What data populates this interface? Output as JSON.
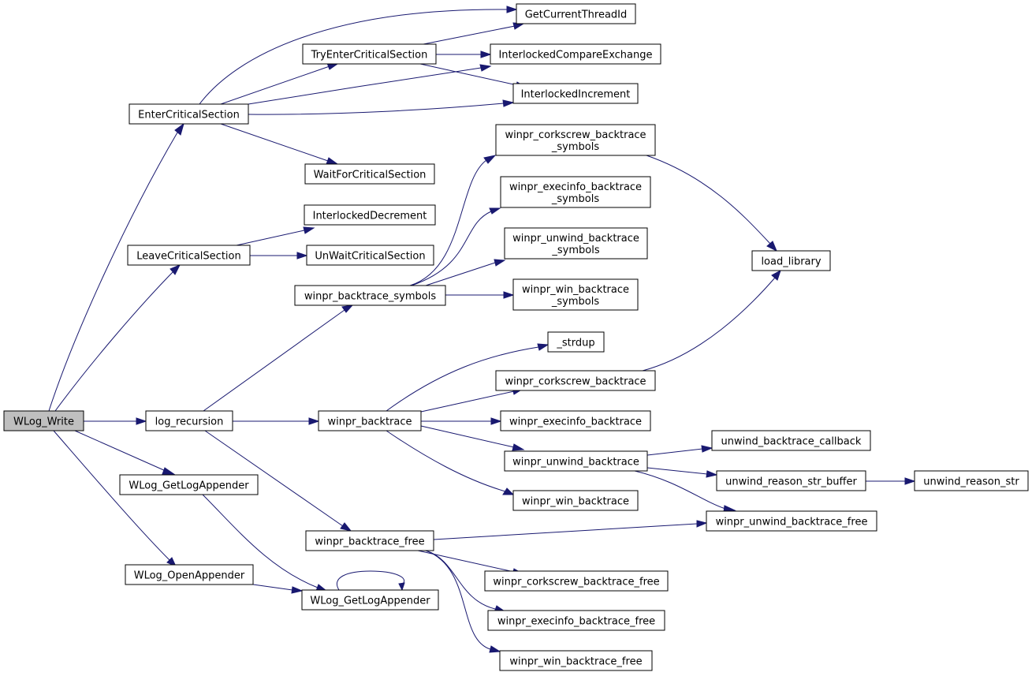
{
  "graph": {
    "colors": {
      "edge": "#191970",
      "root_fill": "#bfbfbf",
      "node_fill": "#ffffff",
      "node_stroke": "#000000"
    },
    "nodes": [
      {
        "id": "wlog_write",
        "label": [
          "WLog_Write"
        ],
        "root": true
      },
      {
        "id": "enter_cs",
        "label": [
          "EnterCriticalSection"
        ]
      },
      {
        "id": "leave_cs",
        "label": [
          "LeaveCriticalSection"
        ]
      },
      {
        "id": "log_recursion",
        "label": [
          "log_recursion"
        ]
      },
      {
        "id": "wlog_getlogappender_pub",
        "label": [
          "WLog_GetLogAppender"
        ]
      },
      {
        "id": "wlog_openappender",
        "label": [
          "WLog_OpenAppender"
        ]
      },
      {
        "id": "try_enter_cs",
        "label": [
          "TryEnterCriticalSection"
        ]
      },
      {
        "id": "wait_for_cs",
        "label": [
          "WaitForCriticalSection"
        ]
      },
      {
        "id": "interlocked_decrement",
        "label": [
          "InterlockedDecrement"
        ]
      },
      {
        "id": "unwait_cs",
        "label": [
          "UnWaitCriticalSection"
        ]
      },
      {
        "id": "winpr_backtrace_symbols",
        "label": [
          "winpr_backtrace_symbols"
        ]
      },
      {
        "id": "winpr_backtrace",
        "label": [
          "winpr_backtrace"
        ]
      },
      {
        "id": "winpr_backtrace_free",
        "label": [
          "winpr_backtrace_free"
        ]
      },
      {
        "id": "wlog_getlogappender_priv",
        "label": [
          "WLog_GetLogAppender"
        ]
      },
      {
        "id": "get_current_thread_id",
        "label": [
          "GetCurrentThreadId"
        ]
      },
      {
        "id": "interlocked_compare_exchange",
        "label": [
          "InterlockedCompareExchange"
        ]
      },
      {
        "id": "interlocked_increment",
        "label": [
          "InterlockedIncrement"
        ]
      },
      {
        "id": "winpr_corkscrew_backtrace_symbols",
        "label": [
          "winpr_corkscrew_backtrace",
          "_symbols"
        ]
      },
      {
        "id": "winpr_execinfo_backtrace_symbols",
        "label": [
          "winpr_execinfo_backtrace",
          "_symbols"
        ]
      },
      {
        "id": "winpr_unwind_backtrace_symbols",
        "label": [
          "winpr_unwind_backtrace",
          "_symbols"
        ]
      },
      {
        "id": "winpr_win_backtrace_symbols",
        "label": [
          "winpr_win_backtrace",
          "_symbols"
        ]
      },
      {
        "id": "strdup",
        "label": [
          "_strdup"
        ]
      },
      {
        "id": "winpr_corkscrew_backtrace",
        "label": [
          "winpr_corkscrew_backtrace"
        ]
      },
      {
        "id": "winpr_execinfo_backtrace",
        "label": [
          "winpr_execinfo_backtrace"
        ]
      },
      {
        "id": "winpr_unwind_backtrace",
        "label": [
          "winpr_unwind_backtrace"
        ]
      },
      {
        "id": "winpr_win_backtrace",
        "label": [
          "winpr_win_backtrace"
        ]
      },
      {
        "id": "winpr_corkscrew_backtrace_free",
        "label": [
          "winpr_corkscrew_backtrace_free"
        ]
      },
      {
        "id": "winpr_execinfo_backtrace_free",
        "label": [
          "winpr_execinfo_backtrace_free"
        ]
      },
      {
        "id": "winpr_win_backtrace_free",
        "label": [
          "winpr_win_backtrace_free"
        ]
      },
      {
        "id": "load_library",
        "label": [
          "load_library"
        ]
      },
      {
        "id": "unwind_backtrace_callback",
        "label": [
          "unwind_backtrace_callback"
        ]
      },
      {
        "id": "unwind_reason_str_buffer",
        "label": [
          "unwind_reason_str_buffer"
        ]
      },
      {
        "id": "winpr_unwind_backtrace_free",
        "label": [
          "winpr_unwind_backtrace_free"
        ]
      },
      {
        "id": "unwind_reason_str",
        "label": [
          "unwind_reason_str"
        ]
      }
    ],
    "edges": [
      [
        "wlog_write",
        "enter_cs"
      ],
      [
        "wlog_write",
        "leave_cs"
      ],
      [
        "wlog_write",
        "log_recursion"
      ],
      [
        "wlog_write",
        "wlog_getlogappender_pub"
      ],
      [
        "wlog_write",
        "wlog_openappender"
      ],
      [
        "enter_cs",
        "get_current_thread_id"
      ],
      [
        "enter_cs",
        "try_enter_cs"
      ],
      [
        "enter_cs",
        "interlocked_compare_exchange"
      ],
      [
        "enter_cs",
        "interlocked_increment"
      ],
      [
        "enter_cs",
        "wait_for_cs"
      ],
      [
        "try_enter_cs",
        "get_current_thread_id"
      ],
      [
        "try_enter_cs",
        "interlocked_compare_exchange"
      ],
      [
        "try_enter_cs",
        "interlocked_increment"
      ],
      [
        "leave_cs",
        "interlocked_decrement"
      ],
      [
        "leave_cs",
        "unwait_cs"
      ],
      [
        "log_recursion",
        "winpr_backtrace_symbols"
      ],
      [
        "log_recursion",
        "winpr_backtrace"
      ],
      [
        "log_recursion",
        "winpr_backtrace_free"
      ],
      [
        "winpr_backtrace_symbols",
        "winpr_corkscrew_backtrace_symbols"
      ],
      [
        "winpr_backtrace_symbols",
        "winpr_execinfo_backtrace_symbols"
      ],
      [
        "winpr_backtrace_symbols",
        "winpr_unwind_backtrace_symbols"
      ],
      [
        "winpr_backtrace_symbols",
        "winpr_win_backtrace_symbols"
      ],
      [
        "winpr_corkscrew_backtrace_symbols",
        "load_library"
      ],
      [
        "winpr_backtrace",
        "strdup"
      ],
      [
        "winpr_backtrace",
        "winpr_corkscrew_backtrace"
      ],
      [
        "winpr_backtrace",
        "winpr_execinfo_backtrace"
      ],
      [
        "winpr_backtrace",
        "winpr_unwind_backtrace"
      ],
      [
        "winpr_backtrace",
        "winpr_win_backtrace"
      ],
      [
        "winpr_corkscrew_backtrace",
        "load_library"
      ],
      [
        "winpr_unwind_backtrace",
        "unwind_backtrace_callback"
      ],
      [
        "winpr_unwind_backtrace",
        "unwind_reason_str_buffer"
      ],
      [
        "winpr_unwind_backtrace",
        "winpr_unwind_backtrace_free"
      ],
      [
        "unwind_reason_str_buffer",
        "unwind_reason_str"
      ],
      [
        "winpr_backtrace_free",
        "winpr_unwind_backtrace_free"
      ],
      [
        "winpr_backtrace_free",
        "winpr_corkscrew_backtrace_free"
      ],
      [
        "winpr_backtrace_free",
        "winpr_execinfo_backtrace_free"
      ],
      [
        "winpr_backtrace_free",
        "winpr_win_backtrace_free"
      ],
      [
        "wlog_getlogappender_pub",
        "wlog_getlogappender_priv"
      ],
      [
        "wlog_openappender",
        "wlog_getlogappender_priv"
      ],
      [
        "wlog_getlogappender_priv",
        "wlog_getlogappender_priv"
      ]
    ]
  }
}
